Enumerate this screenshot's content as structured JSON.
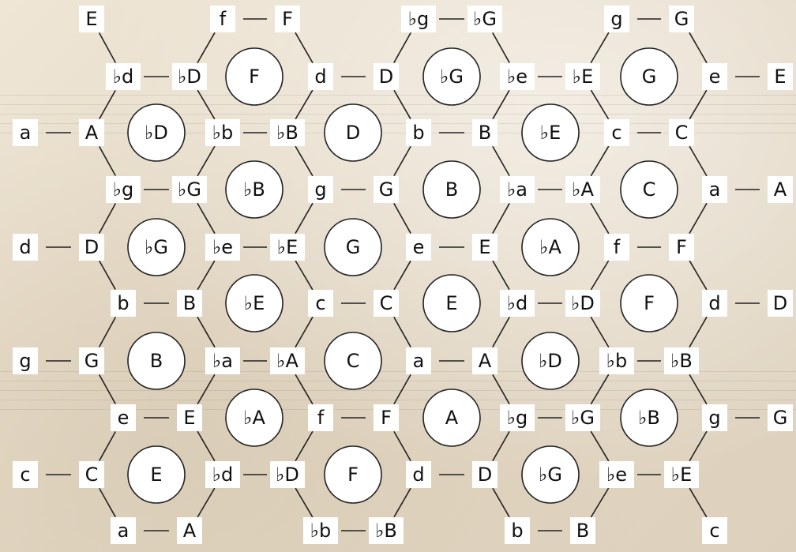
{
  "accidental_symbol": "♭",
  "triangle_nodes": [
    {
      "label": "E"
    },
    {
      "label": "f"
    },
    {
      "label": "F"
    },
    {
      "label": "♭g"
    },
    {
      "label": "♭G"
    },
    {
      "label": "g"
    },
    {
      "label": "G"
    },
    {
      "label": "♭d"
    },
    {
      "label": "♭D"
    },
    {
      "label": "d"
    },
    {
      "label": "D"
    },
    {
      "label": "♭e"
    },
    {
      "label": "♭E"
    },
    {
      "label": "e"
    },
    {
      "label": "E"
    },
    {
      "label": "a"
    },
    {
      "label": "A"
    },
    {
      "label": "♭b"
    },
    {
      "label": "♭B"
    },
    {
      "label": "b"
    },
    {
      "label": "B"
    },
    {
      "label": "c"
    },
    {
      "label": "C"
    },
    {
      "label": "♭g"
    },
    {
      "label": "♭G"
    },
    {
      "label": "g"
    },
    {
      "label": "G"
    },
    {
      "label": "♭a"
    },
    {
      "label": "♭A"
    },
    {
      "label": "a"
    },
    {
      "label": "A"
    },
    {
      "label": "d"
    },
    {
      "label": "D"
    },
    {
      "label": "♭e"
    },
    {
      "label": "♭E"
    },
    {
      "label": "e"
    },
    {
      "label": "E"
    },
    {
      "label": "f"
    },
    {
      "label": "F"
    },
    {
      "label": "b"
    },
    {
      "label": "B"
    },
    {
      "label": "c"
    },
    {
      "label": "C"
    },
    {
      "label": "♭d"
    },
    {
      "label": "♭D"
    },
    {
      "label": "d"
    },
    {
      "label": "D"
    },
    {
      "label": "g"
    },
    {
      "label": "G"
    },
    {
      "label": "♭a"
    },
    {
      "label": "♭A"
    },
    {
      "label": "a"
    },
    {
      "label": "A"
    },
    {
      "label": "♭b"
    },
    {
      "label": "♭B"
    },
    {
      "label": "e"
    },
    {
      "label": "E"
    },
    {
      "label": "f"
    },
    {
      "label": "F"
    },
    {
      "label": "♭g"
    },
    {
      "label": "♭G"
    },
    {
      "label": "g"
    },
    {
      "label": "G"
    },
    {
      "label": "c"
    },
    {
      "label": "C"
    },
    {
      "label": "♭d"
    },
    {
      "label": "♭D"
    },
    {
      "label": "d"
    },
    {
      "label": "D"
    },
    {
      "label": "♭e"
    },
    {
      "label": "♭E"
    },
    {
      "label": "a"
    },
    {
      "label": "A"
    },
    {
      "label": "♭b"
    },
    {
      "label": "♭B"
    },
    {
      "label": "b"
    },
    {
      "label": "B"
    },
    {
      "label": "c"
    }
  ],
  "circle_nodes": [
    {
      "label": "F"
    },
    {
      "label": "♭G"
    },
    {
      "label": "G"
    },
    {
      "label": "♭D"
    },
    {
      "label": "D"
    },
    {
      "label": "♭E"
    },
    {
      "label": "♭B"
    },
    {
      "label": "B"
    },
    {
      "label": "C"
    },
    {
      "label": "♭G"
    },
    {
      "label": "G"
    },
    {
      "label": "♭A"
    },
    {
      "label": "♭E"
    },
    {
      "label": "E"
    },
    {
      "label": "F"
    },
    {
      "label": "B"
    },
    {
      "label": "C"
    },
    {
      "label": "♭D"
    },
    {
      "label": "♭A"
    },
    {
      "label": "A"
    },
    {
      "label": "♭B"
    },
    {
      "label": "E"
    },
    {
      "label": "F"
    },
    {
      "label": "♭G"
    }
  ]
}
